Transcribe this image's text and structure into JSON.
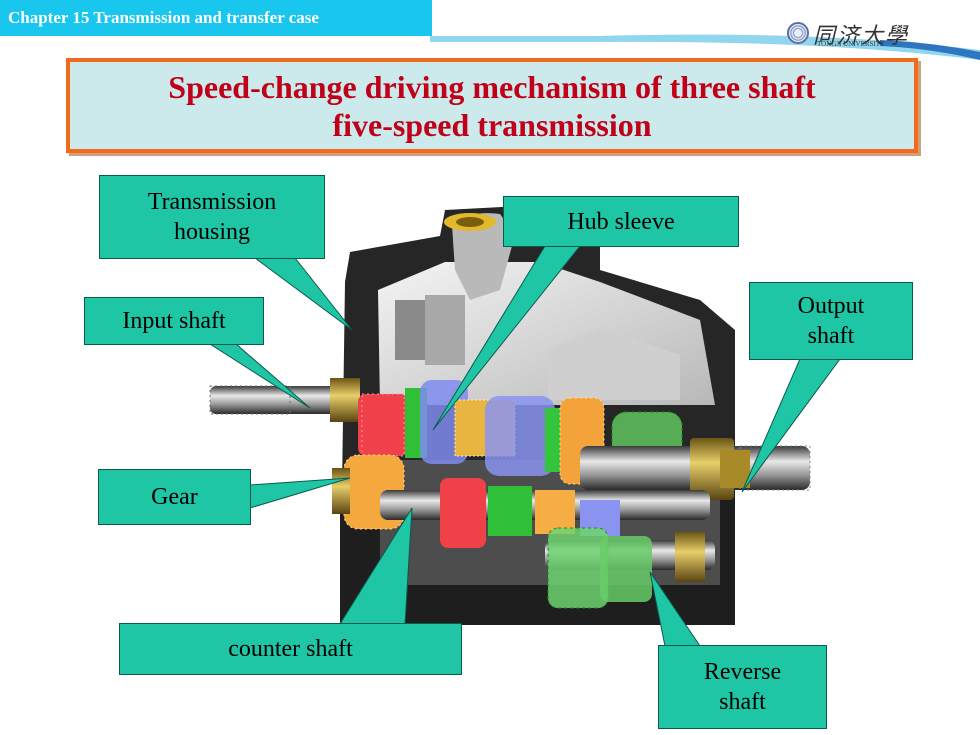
{
  "header": {
    "chapter": "Chapter 15 Transmission and transfer case",
    "logo_cn": "同济大學",
    "logo_en": "TONGJI UNIVERSITY"
  },
  "title": {
    "line1": "Speed-change driving mechanism of three shaft",
    "line2": "five-speed transmission"
  },
  "callouts": {
    "transmission_housing": {
      "line1": "Transmission",
      "line2": "housing"
    },
    "hub_sleeve": "Hub sleeve",
    "input_shaft": "Input shaft",
    "output_shaft": {
      "line1": "Output",
      "line2": "shaft"
    },
    "gear": "Gear",
    "counter_shaft": "counter shaft",
    "reverse_shaft": {
      "line1": "Reverse",
      "line2": "shaft"
    }
  },
  "colors": {
    "chapter_tab": "#18c6ee",
    "title_text": "#c00018",
    "title_border": "#f26b1d",
    "title_bg": "#cce9ec",
    "callout_fill": "#1fc6a6"
  }
}
